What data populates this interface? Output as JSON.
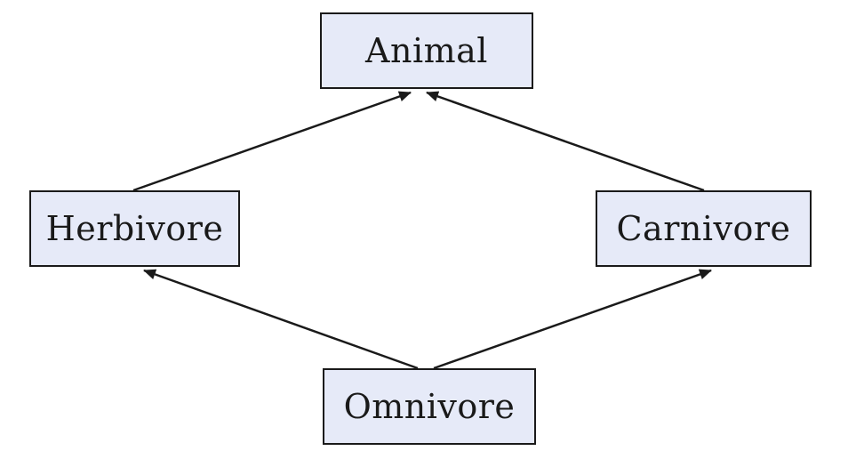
{
  "colors": {
    "node_fill": "#e6eaf8",
    "node_border": "#1a1a1a",
    "edge": "#1a1a1a"
  },
  "nodes": {
    "animal": "Animal",
    "herbivore": "Herbivore",
    "carnivore": "Carnivore",
    "omnivore": "Omnivore"
  },
  "edges": [
    {
      "from": "herbivore",
      "to": "animal"
    },
    {
      "from": "carnivore",
      "to": "animal"
    },
    {
      "from": "omnivore",
      "to": "herbivore"
    },
    {
      "from": "omnivore",
      "to": "carnivore"
    }
  ]
}
